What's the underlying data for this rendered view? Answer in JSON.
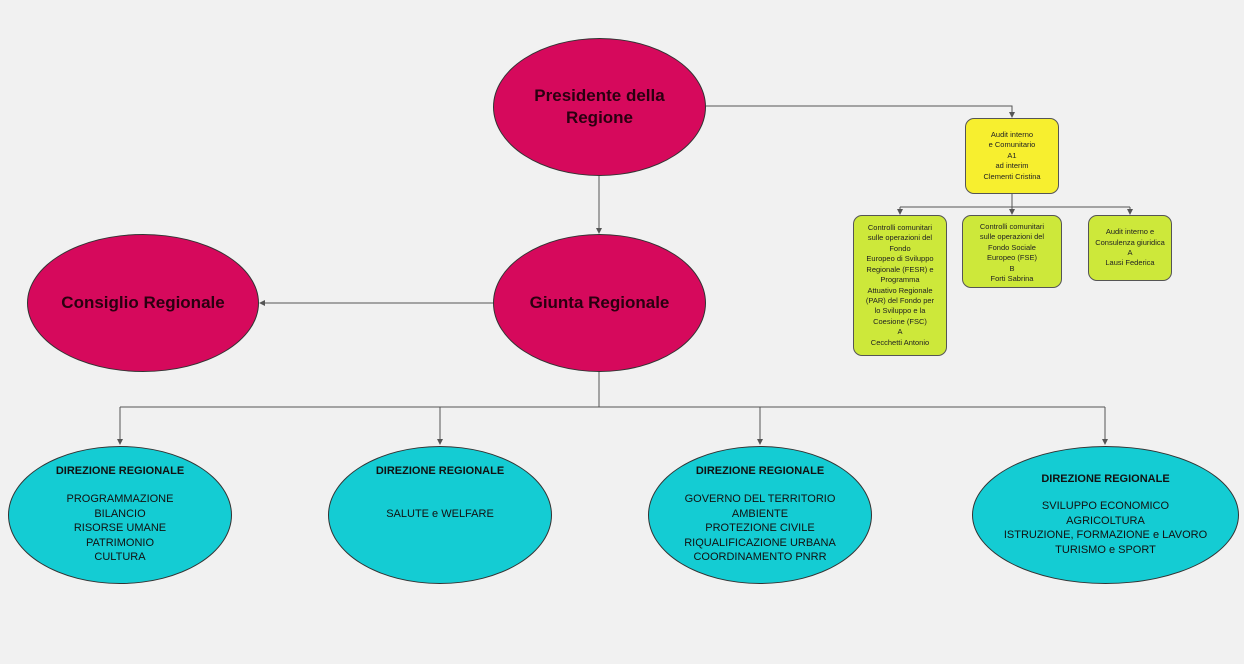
{
  "nodes": {
    "presidente": "Presidente della\nRegione",
    "giunta": "Giunta Regionale",
    "consiglio": "Consiglio Regionale",
    "audit": "Audit interno\ne Comunitario\nA1\nad interim\nClementi Cristina",
    "fesr": "Controlli comunitari\nsulle operazioni del\nFondo\nEuropeo di Sviluppo\nRegionale (FESR) e\nProgramma\nAttuativo Regionale\n(PAR) del Fondo per\nlo Sviluppo e la\nCoesione (FSC)\nA\nCecchetti Antonio",
    "fse": "Controlli comunitari\nsulle operazioni del\nFondo Sociale\nEuropeo (FSE)\nB\nForti Sabrina",
    "consulenza": "Audit interno e\nConsulenza giuridica\nA\nLausi Federica"
  },
  "direzioni": [
    {
      "title": "DIREZIONE REGIONALE",
      "lines": [
        "PROGRAMMAZIONE",
        "BILANCIO",
        "RISORSE UMANE",
        "PATRIMONIO",
        "CULTURA"
      ]
    },
    {
      "title": "DIREZIONE REGIONALE",
      "lines": [
        "SALUTE e WELFARE"
      ]
    },
    {
      "title": "DIREZIONE REGIONALE",
      "lines": [
        "GOVERNO DEL TERRITORIO",
        "AMBIENTE",
        "PROTEZIONE CIVILE",
        "RIQUALIFICAZIONE URBANA",
        "COORDINAMENTO PNRR"
      ]
    },
    {
      "title": "DIREZIONE REGIONALE",
      "lines": [
        "SVILUPPO ECONOMICO",
        "AGRICOLTURA",
        "ISTRUZIONE, FORMAZIONE e LAVORO",
        "TURISMO e SPORT"
      ]
    }
  ],
  "colors": {
    "magenta": "#d6095c",
    "cyan": "#14ccd3",
    "yellow": "#f7ef2f",
    "lime": "#cde83a",
    "connector": "#555555"
  }
}
